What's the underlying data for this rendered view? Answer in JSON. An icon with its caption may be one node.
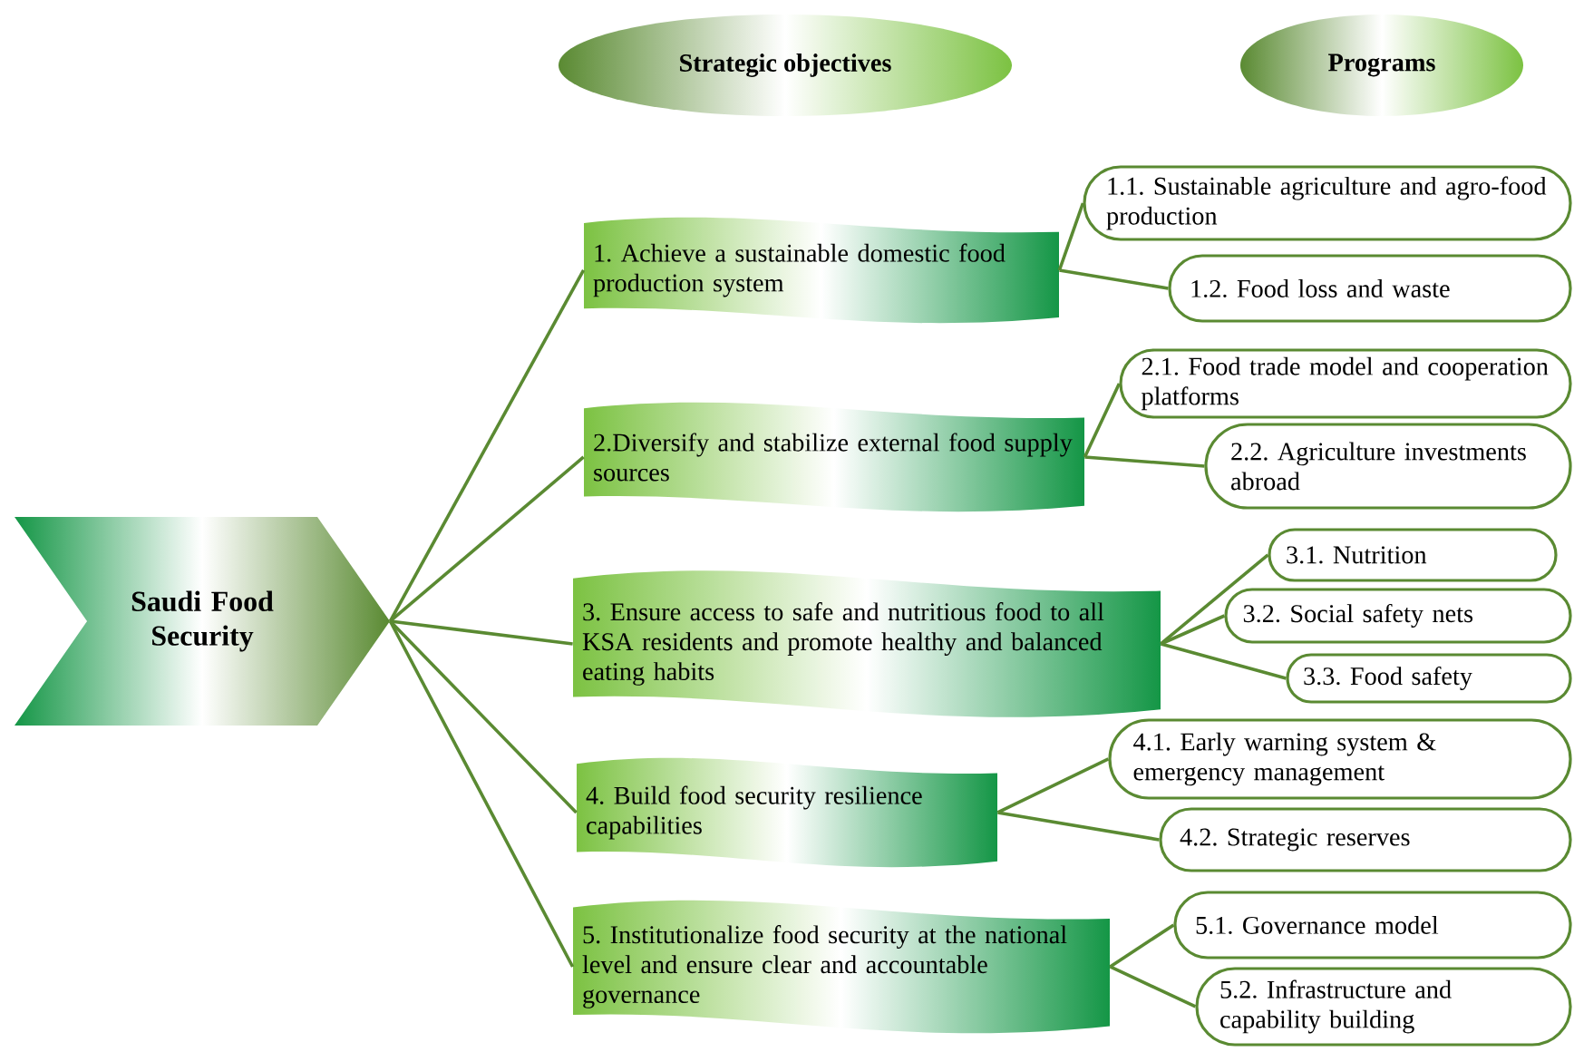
{
  "diagram": {
    "nodes": [
      {
        "text": [
          "Strategic objectives"
        ]
      },
      {
        "text": [
          "Programs"
        ]
      },
      {
        "text": [
          "Saudi Food Security"
        ]
      },
      {
        "text": [
          "1. Achieve a sustainable domestic food production system"
        ]
      },
      {
        "text": [
          "1.1. Sustainable agriculture and agro-food production"
        ]
      },
      {
        "text": [
          "1.2. Food loss and waste"
        ]
      },
      {
        "text": [
          "2.Diversify and stabilize external food supply sources"
        ]
      },
      {
        "text": [
          "2.1. Food trade model and cooperation platforms"
        ]
      },
      {
        "text": [
          "2.2. Agriculture investments abroad"
        ]
      },
      {
        "text": [
          "3. Ensure access to safe and nutritious food to all KSA residents and promote healthy and balanced eating habits"
        ]
      },
      {
        "text": [
          "3.1. Nutrition"
        ]
      },
      {
        "text": [
          "3.2. Social safety nets"
        ]
      },
      {
        "text": [
          "3.3. Food safety"
        ]
      },
      {
        "text": [
          "4. Build food security resilience capabilities"
        ]
      },
      {
        "text": [
          "4.1. Early warning system & emergency management"
        ]
      },
      {
        "text": [
          "4.2. Strategic reserves"
        ]
      },
      {
        "text": [
          "5. Institutionalize food security at the national level and ensure clear and accountable governance"
        ]
      },
      {
        "text": [
          "5.1. Governance model"
        ]
      },
      {
        "text": [
          "5.2. Infrastructure and capability building"
        ]
      }
    ],
    "edges": [
      {
        "from": 2,
        "to": 3,
        "arrow": "none"
      },
      {
        "from": 2,
        "to": 6,
        "arrow": "none"
      },
      {
        "from": 2,
        "to": 9,
        "arrow": "none"
      },
      {
        "from": 2,
        "to": 13,
        "arrow": "none"
      },
      {
        "from": 2,
        "to": 16,
        "arrow": "none"
      },
      {
        "from": 3,
        "to": 4,
        "arrow": "none"
      },
      {
        "from": 3,
        "to": 5,
        "arrow": "none"
      },
      {
        "from": 6,
        "to": 7,
        "arrow": "none"
      },
      {
        "from": 6,
        "to": 8,
        "arrow": "none"
      },
      {
        "from": 9,
        "to": 10,
        "arrow": "none"
      },
      {
        "from": 9,
        "to": 11,
        "arrow": "none"
      },
      {
        "from": 9,
        "to": 12,
        "arrow": "none"
      },
      {
        "from": 13,
        "to": 14,
        "arrow": "none"
      },
      {
        "from": 13,
        "to": 15,
        "arrow": "none"
      },
      {
        "from": 16,
        "to": 17,
        "arrow": "none"
      },
      {
        "from": 16,
        "to": 18,
        "arrow": "none"
      }
    ]
  }
}
